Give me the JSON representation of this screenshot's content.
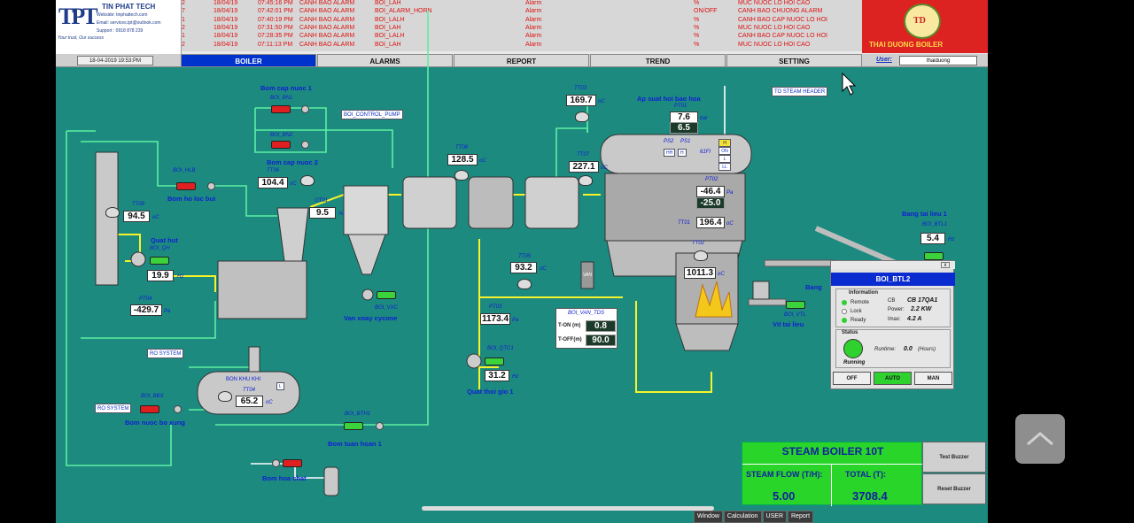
{
  "header": {
    "logo": {
      "mark": "TPT",
      "company": "TIN PHAT TECH",
      "website": "Webside: tinphattech.com",
      "email": "Email: services.tpt@outlook.com",
      "support": "Support : 0918 878 239",
      "slogan": "Your trust, Our success"
    },
    "brand": {
      "initials": "TD",
      "name": "THAI DUONG BOILER"
    },
    "alarms": [
      {
        "n": "2",
        "date": "18/04/19",
        "time": "07:45:16 PM",
        "type": "CANH BAO ALARM",
        "tag": "BOI_LAH",
        "state": "Alarm",
        "unit": "%",
        "msg": "MUC NUOC LO HOI CAO"
      },
      {
        "n": "7",
        "date": "18/04/19",
        "time": "07:42:01 PM",
        "type": "CANH BAO ALARM",
        "tag": "BOI_ALARM_HORN",
        "state": "Alarm",
        "unit": "ON/OFF",
        "msg": "CANH BAO CHUONG ALARM"
      },
      {
        "n": "1",
        "date": "18/04/19",
        "time": "07:40:19 PM",
        "type": "CANH BAO ALARM",
        "tag": "BOI_LALH",
        "state": "Alarm",
        "unit": "%",
        "msg": "CANH BAO CAP NUOC LO HOI"
      },
      {
        "n": "2",
        "date": "18/04/19",
        "time": "07:31:50 PM",
        "type": "CANH BAO ALARM",
        "tag": "BOI_LAH",
        "state": "Alarm",
        "unit": "%",
        "msg": "MUC NUOC LO HOI CAO"
      },
      {
        "n": "1",
        "date": "18/04/19",
        "time": "07:28:35 PM",
        "type": "CANH BAO ALARM",
        "tag": "BOI_LALH",
        "state": "Alarm",
        "unit": "%",
        "msg": "CANH BAO CAP NUOC LO HOI"
      },
      {
        "n": "2",
        "date": "18/04/19",
        "time": "07:11:13 PM",
        "type": "CANH BAO ALARM",
        "tag": "BOI_LAH",
        "state": "Alarm",
        "unit": "%",
        "msg": "MUC NUOC LO HOI CAO"
      }
    ]
  },
  "nav": {
    "datetime": "18-04-2019 19:53:PM",
    "tabs": [
      "BOILER",
      "ALARMS",
      "REPORT",
      "TREND",
      "SETTING"
    ],
    "active": "BOILER",
    "user_label": "User:",
    "user_value": "thaiduong"
  },
  "plant": {
    "bom_cap_nuoc_1": "Bom cap nuoc 1",
    "boi_bn1": "BOI_BN1",
    "bom_cap_nuoc_2": "Bom cap nuoc 2",
    "boi_bn2": "BOI_BN2",
    "control_pump": "BOI_CONTROL_PUMP",
    "boi_hlb": "BOI_HLB",
    "bom_ho_loc_bui": "Bom ho loc bui",
    "tt09": "TT09",
    "tt09_val": "94.5",
    "tt09_unit": "oC",
    "quat_hut": "Quat hut",
    "boi_qh": "BOI_QH",
    "qh_val": "19.9",
    "qh_unit": "Hz",
    "pt04": "PT04",
    "pt04_val": "-429.7",
    "pt04_unit": "Pa",
    "tt06": "TT06",
    "tt06_val": "104.4",
    "tt06_unit": "oC",
    "ot01": "OT01",
    "ot01_val": "9.5",
    "ot01_unit": "%",
    "boi_vxc": "BOI_VXC",
    "van_xoay": "Van xoay cycone",
    "tt08": "TT08",
    "tt08_val": "128.5",
    "tt08_unit": "oC",
    "tt03": "TT03",
    "tt03_val": "169.7",
    "tt03_unit": "oC",
    "tt07": "TT07",
    "tt07_val": "227.1",
    "tt07_unit": "oC",
    "ap_suat": "Ap suat hoi bao hoa",
    "pt01": "PT01",
    "pt01_val": "7.6",
    "pt01_unit": "bar",
    "pt01_sp": "6.5",
    "to_steam": "TO STEAM HEADER",
    "ps2": "PS2",
    "ps1": "PS1",
    "lt": "61FI",
    "hh": "HH",
    "h": "H",
    "lvl": [
      "H",
      "ON",
      "L",
      "LL"
    ],
    "pt02": "PT02",
    "pt02_val": "-46.4",
    "pt02_unit": "Pa",
    "pt02_sp": "-25.0",
    "tt01": "TT01",
    "tt01_val": "196.4",
    "tt01_unit": "oC",
    "tt02": "TT02",
    "tt02_val": "1011.3",
    "tt02_unit": "oC",
    "tt05": "TT05",
    "tt05_val": "93.2",
    "tt05_unit": "oC",
    "van": "VAN",
    "pt03": "PT03",
    "pt03_val": "1173.4",
    "pt03_unit": "Pa",
    "boi_qtc1": "BOI_QTC1",
    "qtc1_val": "31.2",
    "qtc1_unit": "Hz",
    "quat_thoi": "Quat thoi gio 1",
    "van_tds": "BOI_VAN_TDS",
    "ton_lbl": "T-ON (m)",
    "ton_val": "0.8",
    "toff_lbl": "T-OFF(m)",
    "toff_val": "90.0",
    "bang_tai_1": "Bang tai lieu 1",
    "boi_btl1": "BOI_BTL1",
    "btl1_val": "5.4",
    "btl1_unit": "Hz",
    "bang_tai_2": "Bang",
    "boi_vtl": "BOI_VTL",
    "vit_tai": "Vit tai lieu",
    "ro_system_1": "RO SYSTEM",
    "ro_system_2": "RO SYSTEM",
    "bon_khu_khi": "BON KHU KHI",
    "tt04": "TT04",
    "tt04_val": "65.2",
    "tt04_unit": "oC",
    "lbox": "L",
    "boi_bbx": "BOI_BBX",
    "bom_bo_xung": "Bom nuoc bo xung",
    "boi_bth1": "BOI_BTH1",
    "bom_tuan_hoan": "Bom tuan hoan 1",
    "bom_hoa_chat": "Bom hoa chat"
  },
  "popup": {
    "title": "BOI_BTL2",
    "info_label": "Information",
    "remote": "Remote",
    "lock": "Lock",
    "ready": "Ready",
    "cb_lbl": "CB",
    "cb_val": "CB 17QA1",
    "power_lbl": "Power:",
    "power_val": "2.2 KW",
    "imax_lbl": "Imax:",
    "imax_val": "4.2 A",
    "status_label": "Status",
    "running": "Running",
    "runtime_lbl": "Runtime:",
    "runtime_val": "0.0",
    "runtime_unit": "(Hours)",
    "btn_off": "OFF",
    "btn_auto": "AUTO",
    "btn_man": "MAN",
    "close": "x"
  },
  "summary": {
    "title": "STEAM BOILER 10T",
    "flow_lbl": "STEAM FLOW (T/H):",
    "flow_val": "5.00",
    "total_lbl": "TOTAL (T):",
    "total_val": "3708.4",
    "test_buzzer": "Test Buzzer",
    "reset_buzzer": "Reset Buzzer"
  },
  "statusbar": [
    "Window",
    "Calculation",
    "USER",
    "Report"
  ],
  "colors": {
    "background": "#1d8a80",
    "active_tab": "#0033cc",
    "alarm_text": "#dd1111",
    "running": "#2fd12f"
  }
}
